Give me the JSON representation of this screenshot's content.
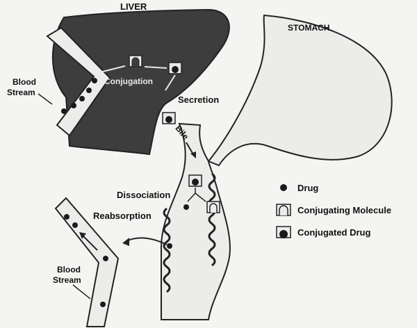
{
  "labels": {
    "liver": "LIVER",
    "stomach": "STOMACH",
    "blood_stream_top_line1": "Blood",
    "blood_stream_top_line2": "Stream",
    "conjugation": "Conjugation",
    "secretion": "Secretion",
    "bile": "Bile",
    "dissociation": "Dissociation",
    "reabsorption": "Reabsorption",
    "blood_stream_bottom_line1": "Blood",
    "blood_stream_bottom_line2": "Stream"
  },
  "legend": {
    "drug": "Drug",
    "conjugating_molecule": "Conjugating Molecule",
    "conjugated_drug": "Conjugated Drug"
  },
  "colors": {
    "liver_fill": "#3d3d3d",
    "organ_fill": "#ececea",
    "outline": "#222222",
    "drug": "#1a1a1a",
    "background": "#f4f4f2"
  }
}
